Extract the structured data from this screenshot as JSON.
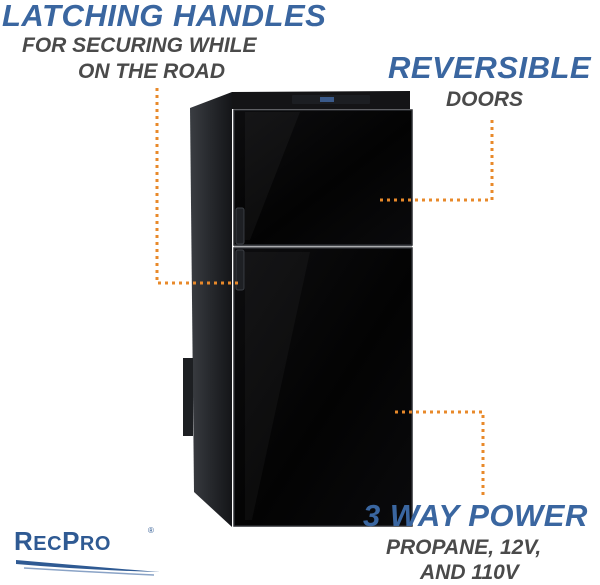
{
  "colors": {
    "blue": "#3a66a0",
    "gray": "#4a4a4a",
    "orange": "#e8892a",
    "fridge_black": "#050505",
    "fridge_side": "#2e3033"
  },
  "callouts": {
    "handles": {
      "title": "LATCHING HANDLES",
      "line1": "FOR SECURING WHILE",
      "line2": "ON THE ROAD"
    },
    "doors": {
      "title": "REVERSIBLE",
      "line1": "DOORS"
    },
    "power": {
      "title": "3 WAY POWER",
      "line1": "PROPANE, 12V,",
      "line2": "AND 110V"
    }
  },
  "brand": {
    "logo_text_small1": "R",
    "logo_text_rest1": "EC",
    "logo_text_small2": "P",
    "logo_text_rest2": "RO",
    "registered": "®"
  }
}
